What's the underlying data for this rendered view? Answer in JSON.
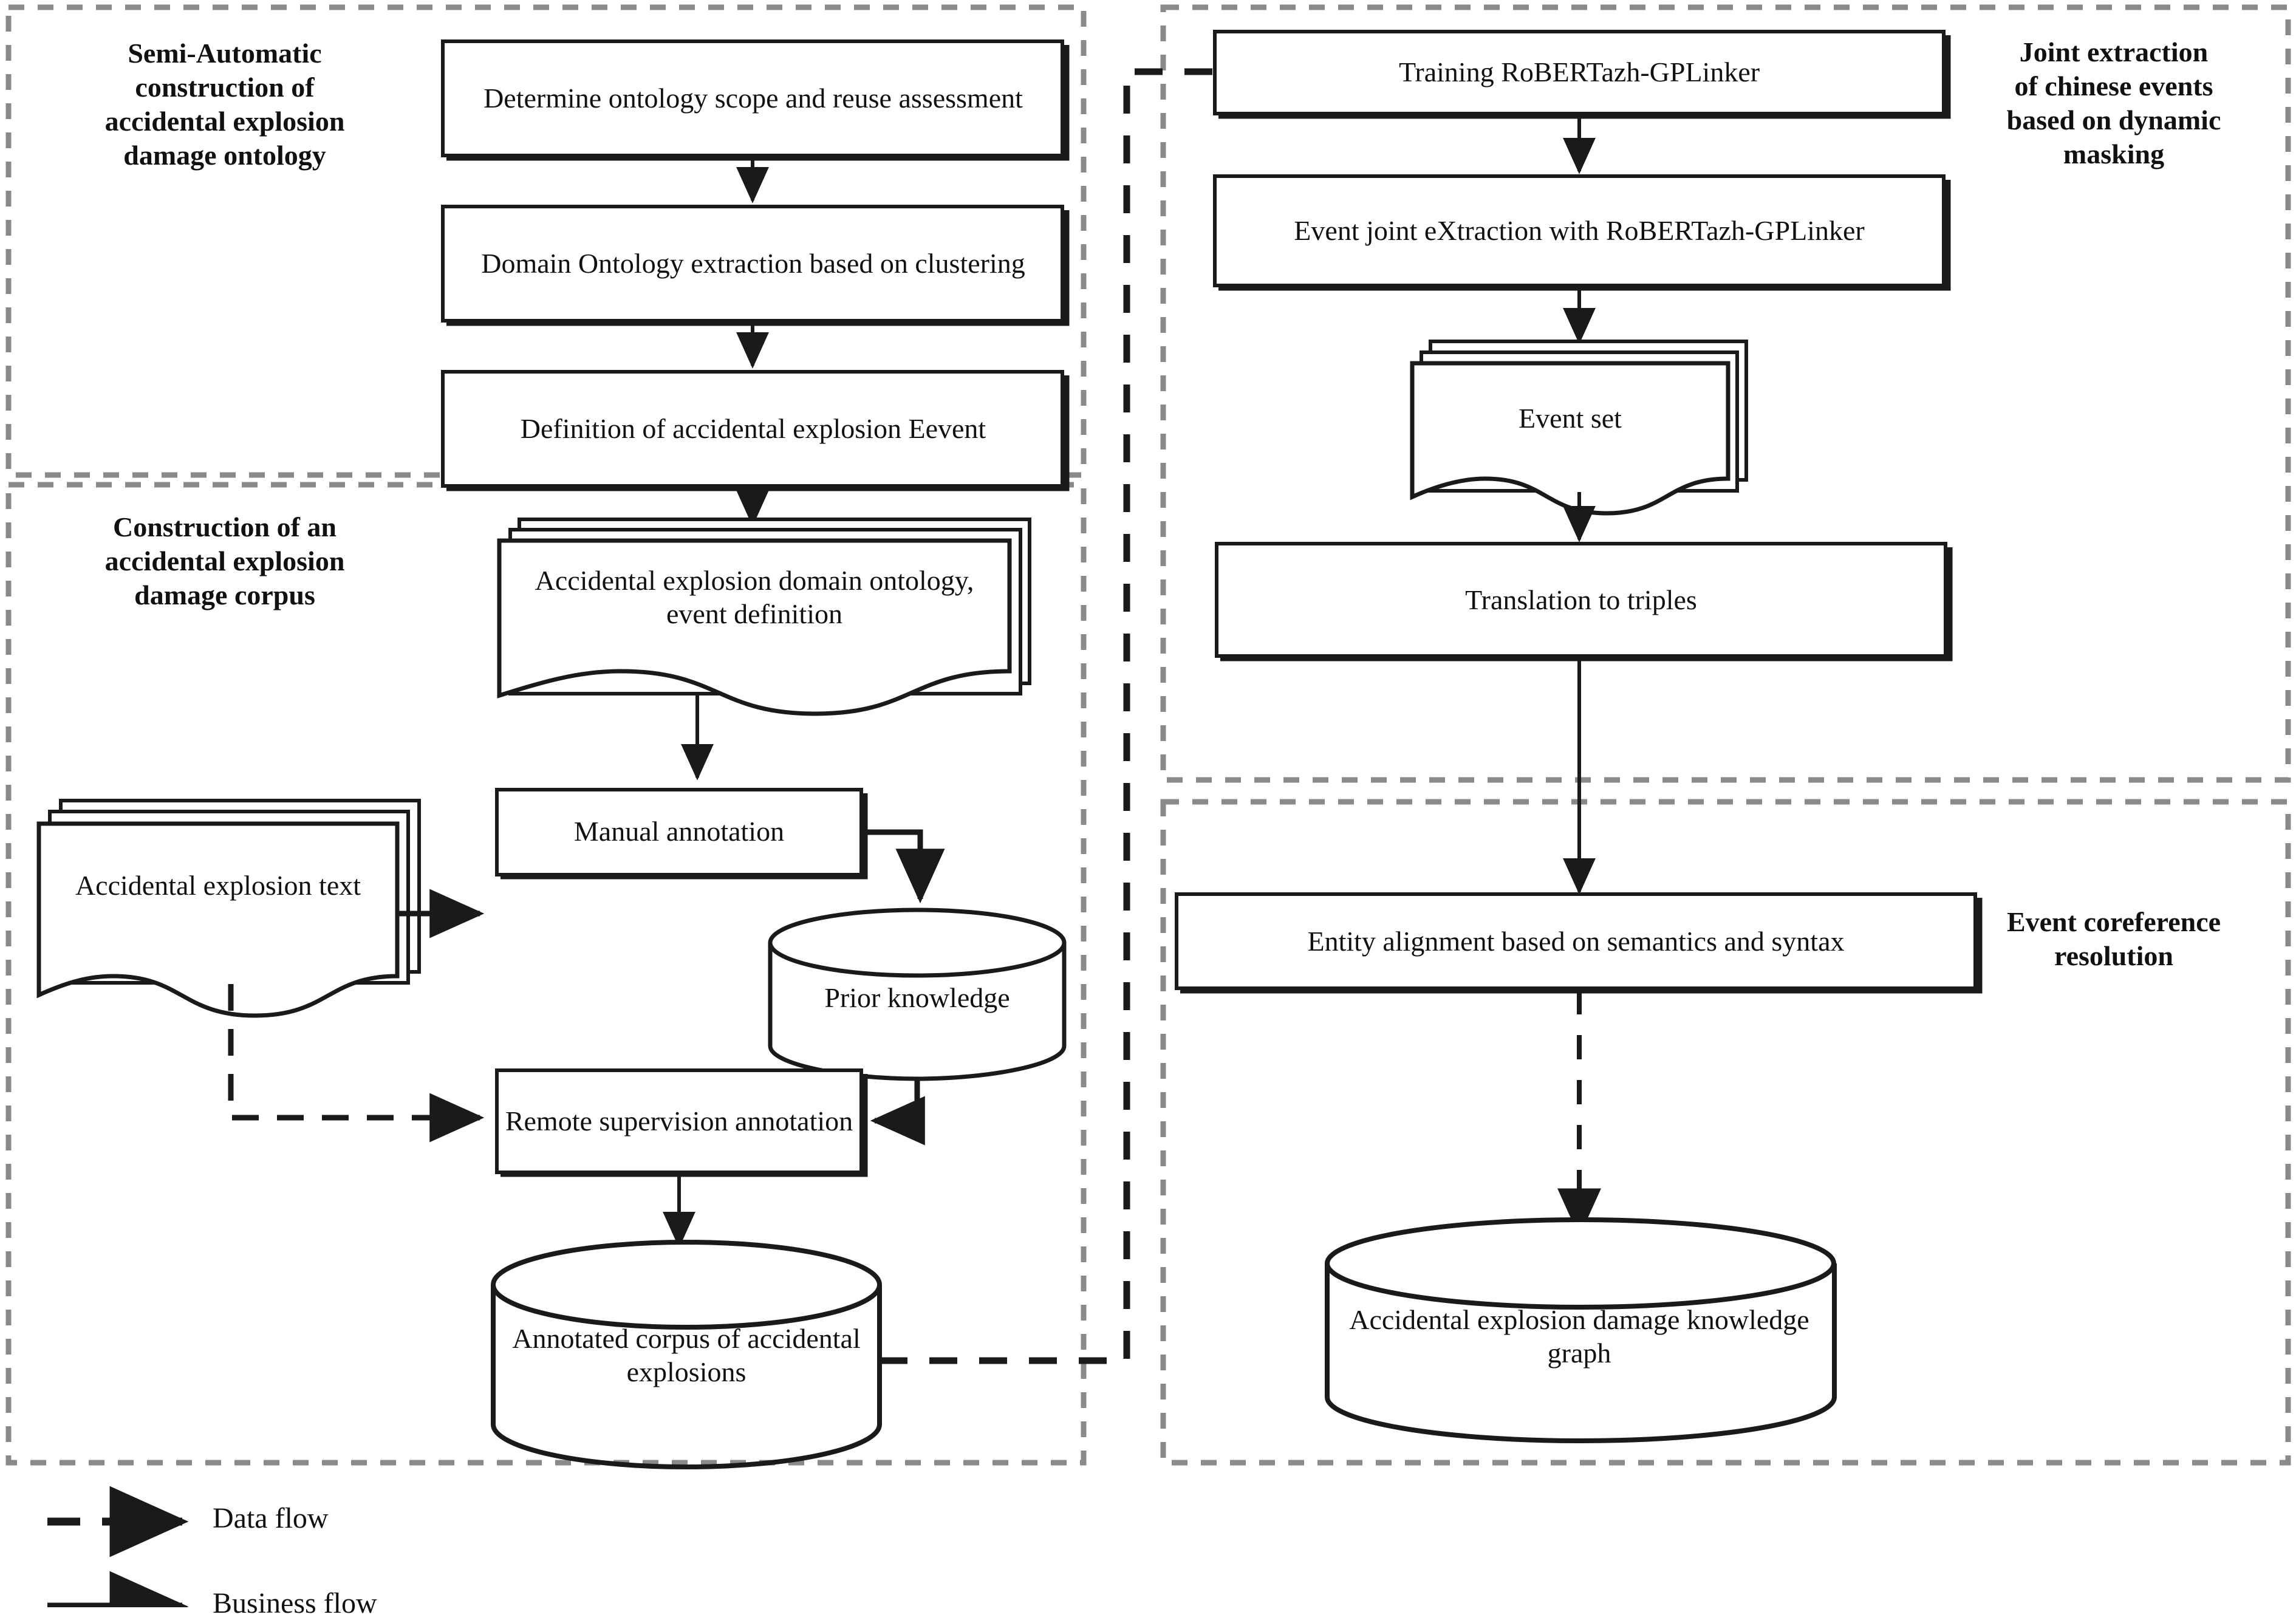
{
  "diagram": {
    "panels": [
      {
        "id": "p1",
        "title": "Semi-Automatic\nconstruction of\naccidental explosion\ndamage ontology"
      },
      {
        "id": "p2",
        "title": "Construction of an\naccidental explosion\ndamage corpus"
      },
      {
        "id": "p3",
        "title": "Joint extraction\nof chinese events\nbased on dynamic\nmasking"
      },
      {
        "id": "p4",
        "title": "Event coreference\nresolution"
      }
    ],
    "nodes": {
      "determine_scope": "Determine ontology scope and reuse assessment",
      "domain_ontology": "Domain Ontology extraction based on clustering",
      "definition_event": "Definition of accidental explosion Eevent",
      "domain_ontology_doc": "Accidental explosion domain ontology, event definition",
      "explosion_text_doc": "Accidental explosion text",
      "manual_annotation": "Manual annotation",
      "prior_knowledge": "Prior knowledge",
      "remote_supervision": "Remote supervision annotation",
      "annotated_corpus": "Annotated corpus of accidental explosions",
      "training_gplinker": "Training RoBERTazh-GPLinker",
      "event_joint_extraction": "Event joint eXtraction with RoBERTazh-GPLinker",
      "event_set": "Event set",
      "translation_triples": "Translation to triples",
      "entity_alignment": "Entity alignment based on semantics and syntax",
      "knowledge_graph": "Accidental explosion damage knowledge graph"
    },
    "legend": [
      {
        "id": "data-flow",
        "label": "Data flow",
        "style": "dashed"
      },
      {
        "id": "business-flow",
        "label": "Business flow",
        "style": "solid"
      }
    ],
    "colors": {
      "stroke": "#1a1a1a",
      "panel_border": "#8a8a8a",
      "background": "#ffffff"
    }
  }
}
